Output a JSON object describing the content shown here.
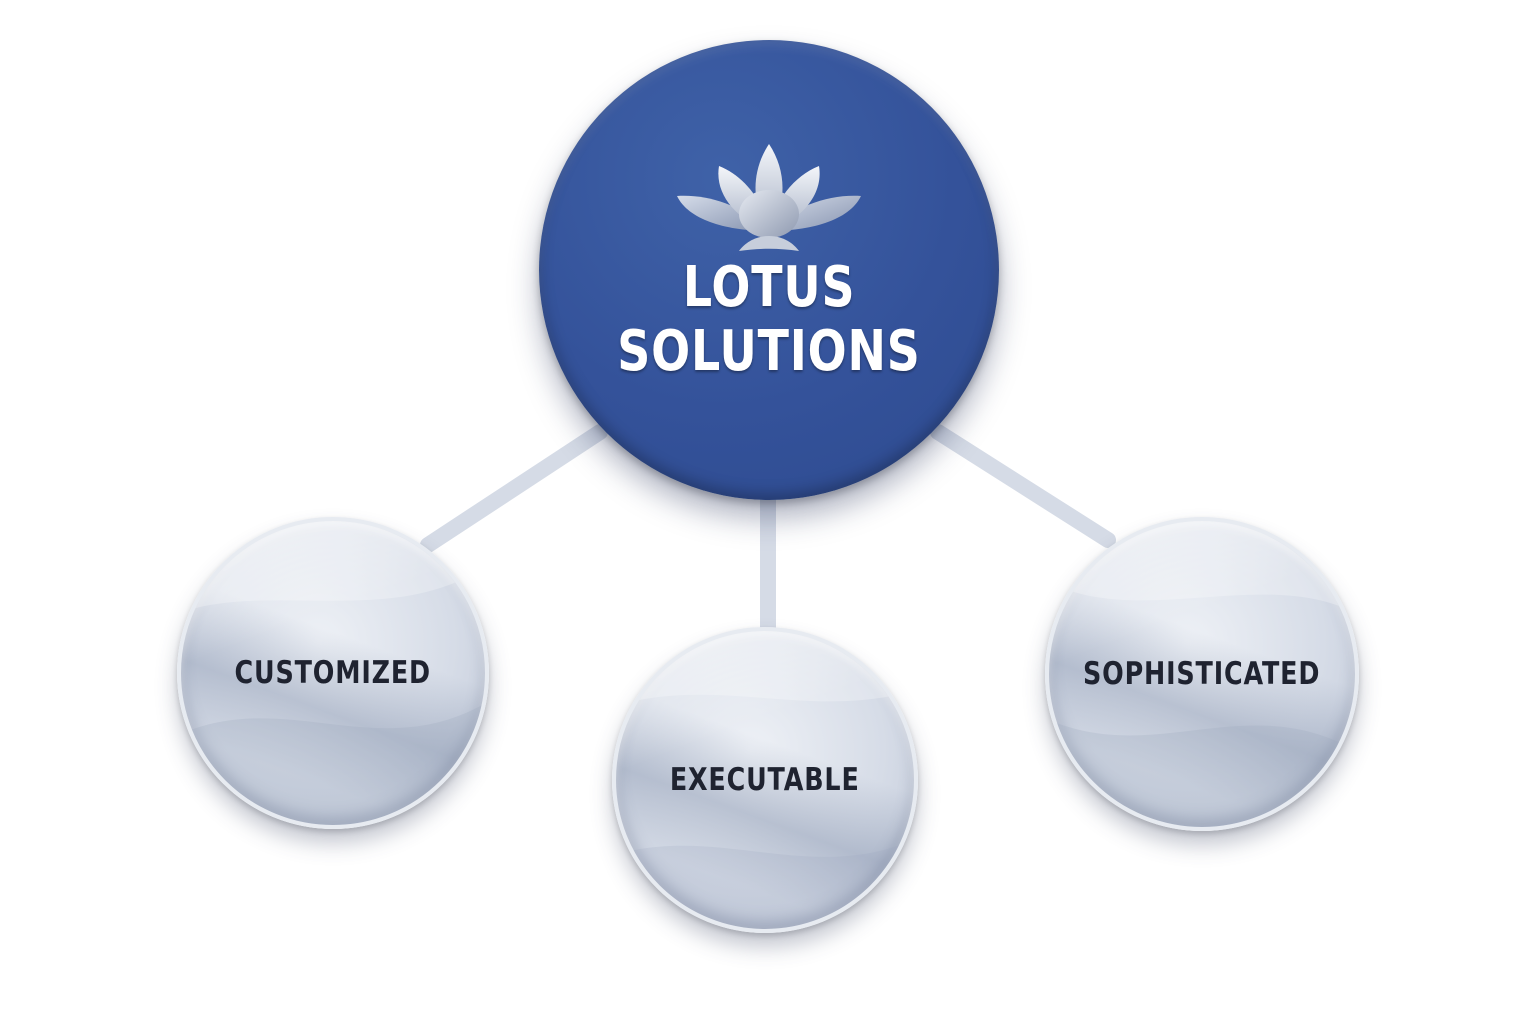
{
  "central": {
    "title_line1": "LOTUS",
    "title_line2": "SOLUTIONS",
    "logo_icon": "lotus-flower-icon",
    "color": "#34529a"
  },
  "nodes": [
    {
      "label": "CUSTOMIZED"
    },
    {
      "label": "EXECUTABLE"
    },
    {
      "label": "SOPHISTICATED"
    }
  ],
  "colors": {
    "connector": "#d5dbe6",
    "leaf_text": "#1f2330",
    "title_text": "#ffffff"
  }
}
